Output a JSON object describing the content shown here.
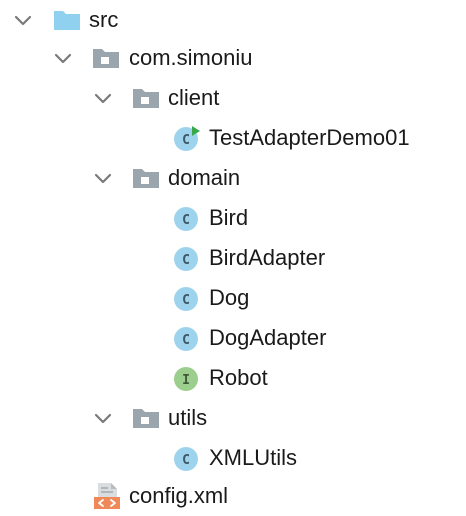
{
  "tree": {
    "src": {
      "label": "src",
      "icon": "source-folder-icon",
      "expanded": true
    },
    "package": {
      "label": "com.simoniu",
      "icon": "package-icon",
      "expanded": true
    },
    "client": {
      "label": "client",
      "icon": "package-icon",
      "expanded": true
    },
    "testAdapterDemo01": {
      "label": "TestAdapterDemo01",
      "icon": "runnable-class-icon"
    },
    "domain": {
      "label": "domain",
      "icon": "package-icon",
      "expanded": true
    },
    "bird": {
      "label": "Bird",
      "icon": "class-icon"
    },
    "birdAdapter": {
      "label": "BirdAdapter",
      "icon": "class-icon"
    },
    "dog": {
      "label": "Dog",
      "icon": "class-icon"
    },
    "dogAdapter": {
      "label": "DogAdapter",
      "icon": "class-icon"
    },
    "robot": {
      "label": "Robot",
      "icon": "interface-icon"
    },
    "utils": {
      "label": "utils",
      "icon": "package-icon",
      "expanded": true
    },
    "xmlUtils": {
      "label": "XMLUtils",
      "icon": "class-icon"
    },
    "configXml": {
      "label": "config.xml",
      "icon": "xml-file-icon"
    }
  },
  "colors": {
    "source_folder": "#8fd1ef",
    "package_folder": "#9aa5ad",
    "class_circle": "#9ed3ee",
    "interface_circle": "#9ccf8d",
    "run_marker": "#3aa84a",
    "xml_badge": "#f0895a",
    "chevron": "#7a7a7a"
  }
}
